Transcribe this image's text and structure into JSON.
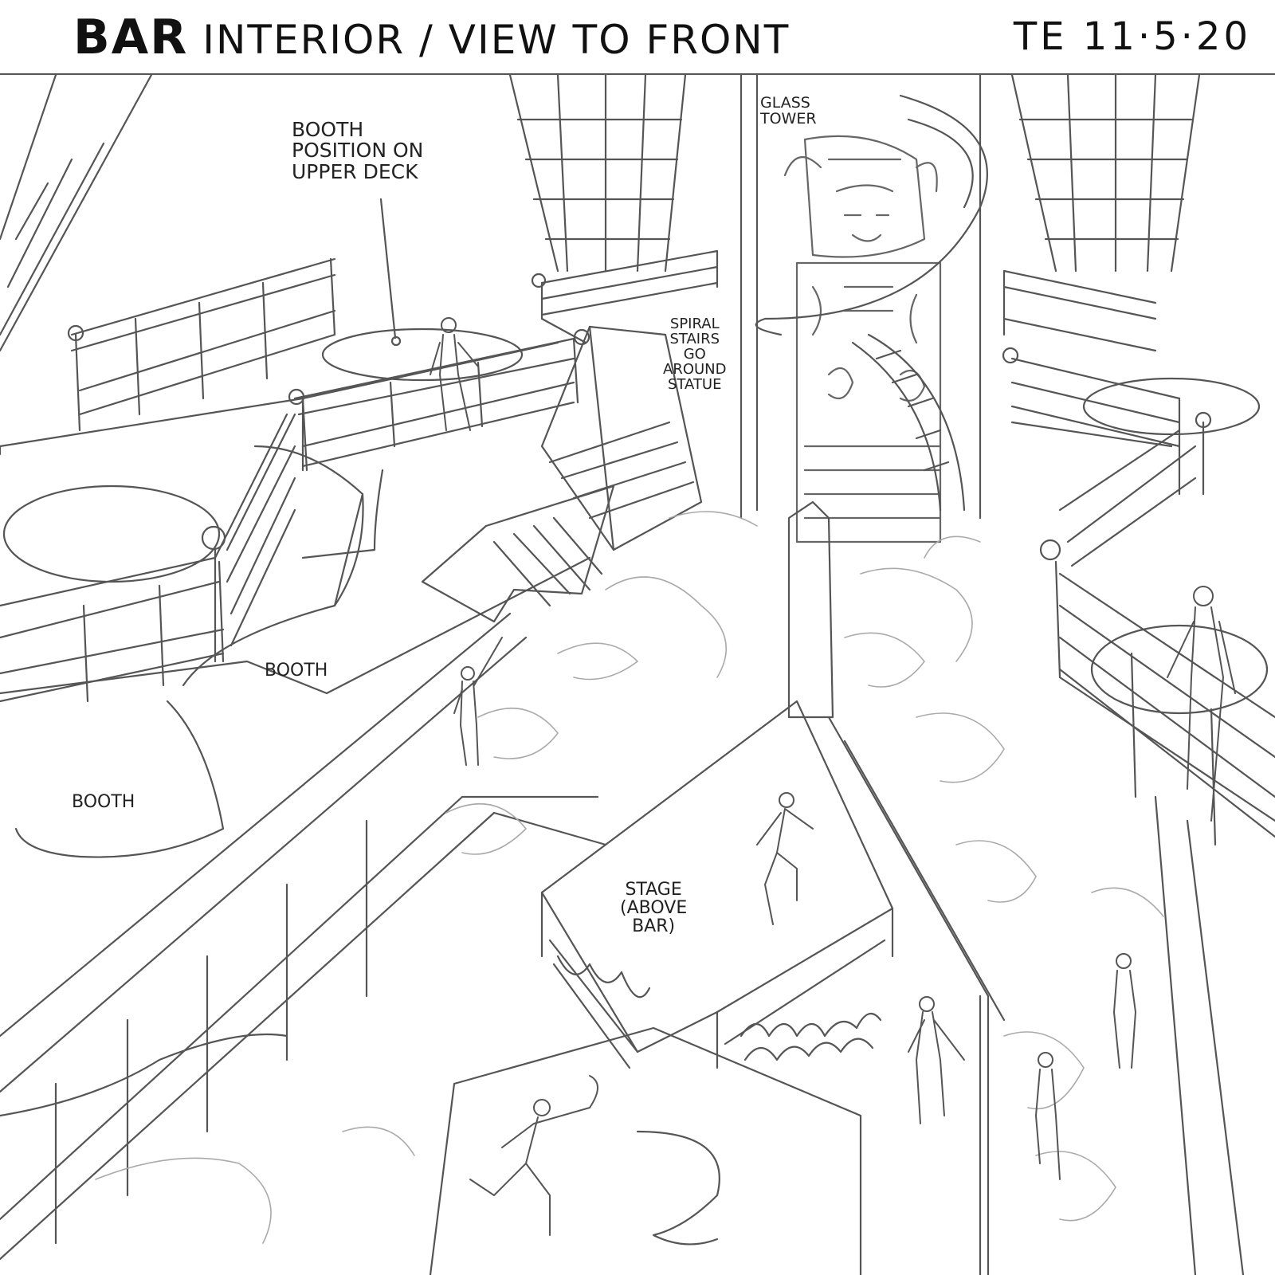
{
  "header": {
    "title_word": "BAR",
    "title_rest": "INTERIOR / VIEW TO FRONT",
    "date": "TE 11·5·20"
  },
  "annotations": {
    "booth_position": "BOOTH\nPOSITION ON\nUPPER DECK",
    "glass_tower": "GLASS\nTOWER",
    "spiral_stairs": "SPIRAL\nSTAIRS\nGO\nAROUND\nSTATUE",
    "booth_upper": "BOOTH",
    "booth_lower": "BOOTH",
    "stage": "STAGE\n(ABOVE\nBAR)"
  },
  "colors": {
    "ink": "#555555",
    "light_ink": "#9a9a9a",
    "header_ink": "#111111"
  }
}
